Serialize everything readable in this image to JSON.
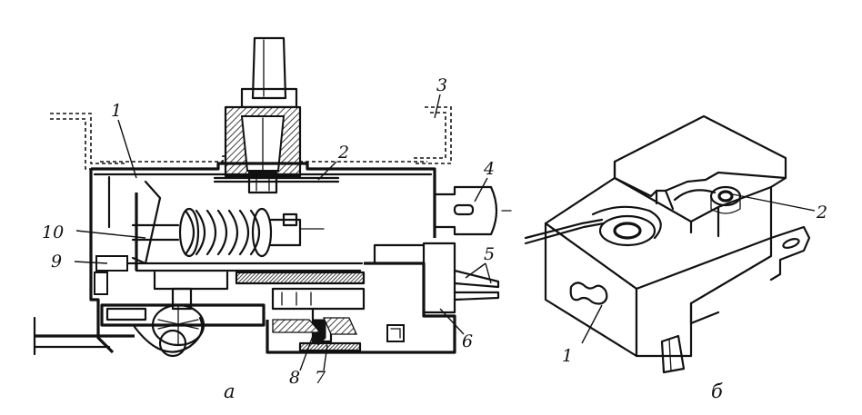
{
  "figure": {
    "panel_a": {
      "caption": "а",
      "callouts": {
        "c1": "1",
        "c2": "2",
        "c3": "3",
        "c4": "4",
        "c5": "5",
        "c6": "6",
        "c7": "7",
        "c8": "8",
        "c9": "9",
        "c10": "10"
      }
    },
    "panel_b": {
      "caption": "б",
      "callouts": {
        "c1": "1",
        "c2": "2"
      }
    }
  }
}
